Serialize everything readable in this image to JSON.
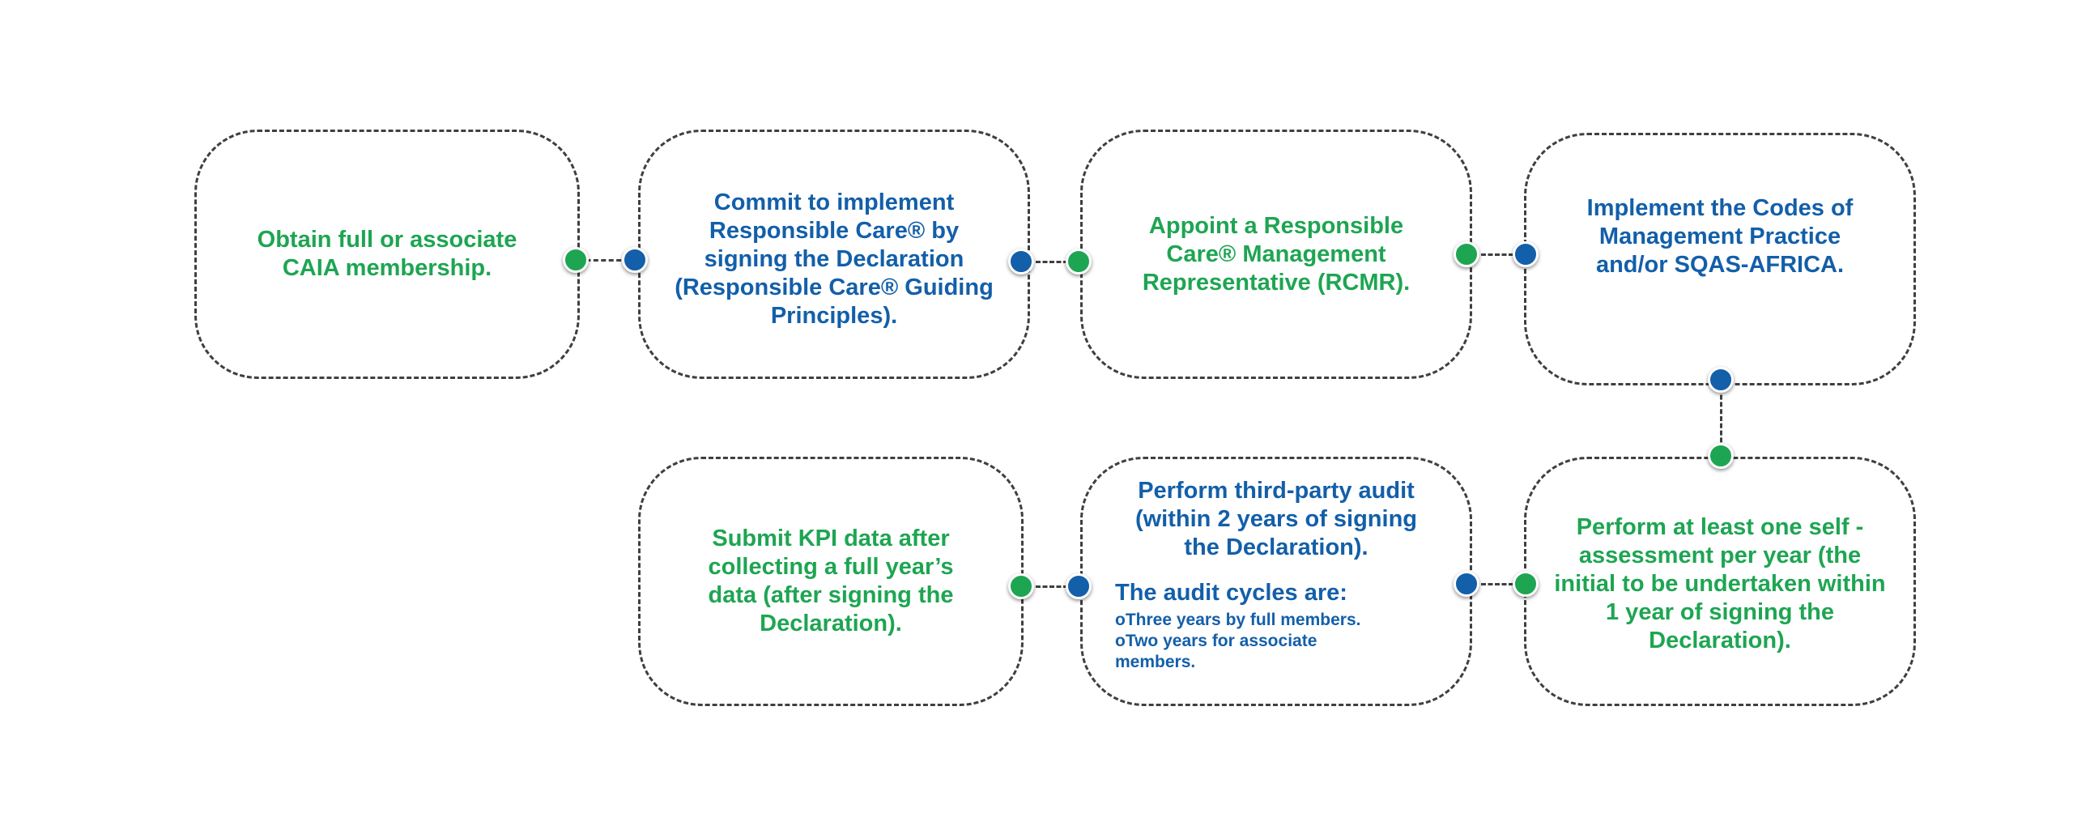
{
  "steps": [
    {
      "id": 1,
      "color": "green",
      "text": "Obtain full or associate CAIA membership."
    },
    {
      "id": 2,
      "color": "blue",
      "text": "Commit to implement Responsible Care® by signing the Declaration (Responsible Care® Guiding Principles)."
    },
    {
      "id": 3,
      "color": "green",
      "text": "Appoint a Responsible Care® Management Representative (RCMR)."
    },
    {
      "id": 4,
      "color": "blue",
      "text": "Implement the Codes of Management Practice and/or SQAS-AFRICA."
    },
    {
      "id": 5,
      "color": "green",
      "text": "Perform at least one self -assessment per year (the initial to be undertaken within 1 year of signing the Declaration)."
    },
    {
      "id": 6,
      "color": "blue",
      "text": "Perform third-party audit (within 2 years of signing the Declaration).",
      "sub_heading": "The audit cycles are:",
      "bullets": [
        "oThree years by full members.",
        "oTwo years for associate members."
      ]
    },
    {
      "id": 7,
      "color": "green",
      "text": "Submit KPI data after collecting a full year’s data (after signing the Declaration)."
    }
  ],
  "colors": {
    "green": "#1ea552",
    "blue": "#135fa9",
    "border": "#3f3f3f"
  }
}
